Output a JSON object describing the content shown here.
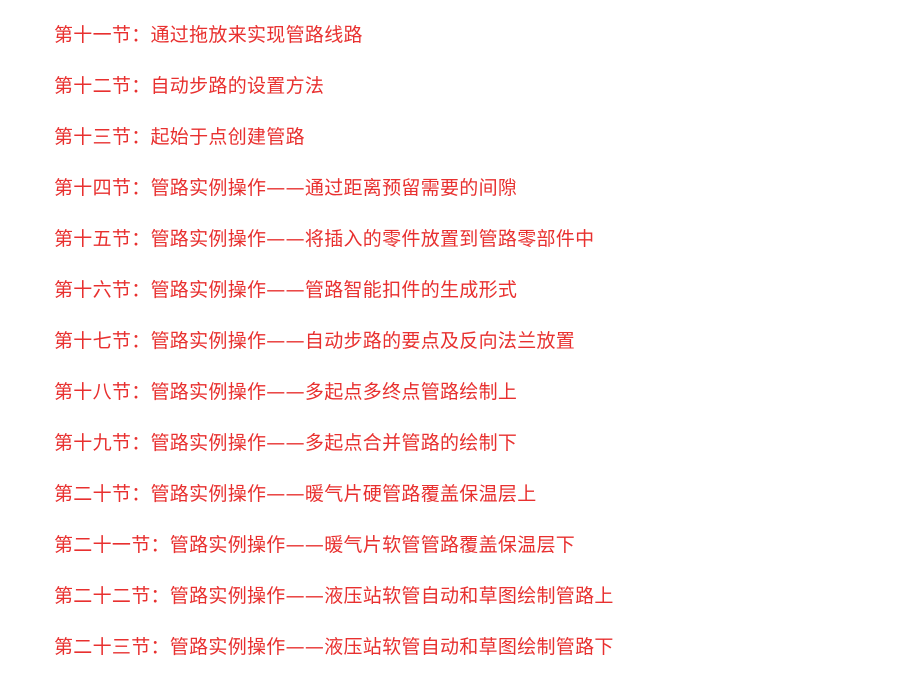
{
  "accent_color": "#e8302f",
  "lessons": [
    {
      "text": "第十一节：通过拖放来实现管路线路"
    },
    {
      "text": "第十二节：自动步路的设置方法"
    },
    {
      "text": "第十三节：起始于点创建管路"
    },
    {
      "text": "第十四节：管路实例操作——通过距离预留需要的间隙"
    },
    {
      "text": "第十五节：管路实例操作——将插入的零件放置到管路零部件中"
    },
    {
      "text": "第十六节：管路实例操作——管路智能扣件的生成形式"
    },
    {
      "text": "第十七节：管路实例操作——自动步路的要点及反向法兰放置"
    },
    {
      "text": "第十八节：管路实例操作——多起点多终点管路绘制上"
    },
    {
      "text": "第十九节：管路实例操作——多起点合并管路的绘制下"
    },
    {
      "text": "第二十节：管路实例操作——暖气片硬管路覆盖保温层上"
    },
    {
      "text": "第二十一节：管路实例操作——暖气片软管管路覆盖保温层下"
    },
    {
      "text": "第二十二节：管路实例操作——液压站软管自动和草图绘制管路上"
    },
    {
      "text": "第二十三节：管路实例操作——液压站软管自动和草图绘制管路下"
    }
  ]
}
